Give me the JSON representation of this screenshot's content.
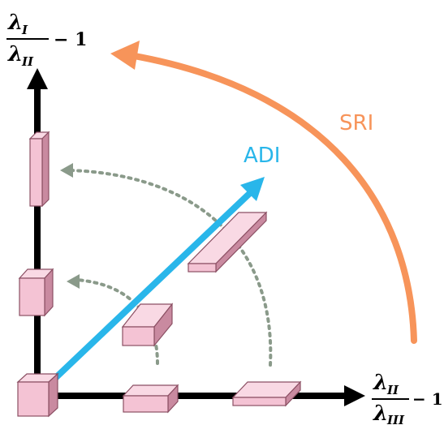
{
  "y_axis_label": {
    "numerator": "λ",
    "numerator_sub": "I",
    "denominator": "λ",
    "denominator_sub": "II",
    "suffix": "− 1"
  },
  "x_axis_label": {
    "numerator": "λ",
    "numerator_sub": "II",
    "denominator": "λ",
    "denominator_sub": "III",
    "suffix": "− 1"
  },
  "adi_label": "ADI",
  "sri_label": "SRI",
  "colors": {
    "axis": "#000000",
    "adi": "#29b6ea",
    "sri": "#f7945a",
    "dotted": "#8a9a8a",
    "box_front": "#f4c3d4",
    "box_top": "#f9d9e4",
    "box_side": "#c98aa0",
    "box_edge": "#8b4f63"
  }
}
